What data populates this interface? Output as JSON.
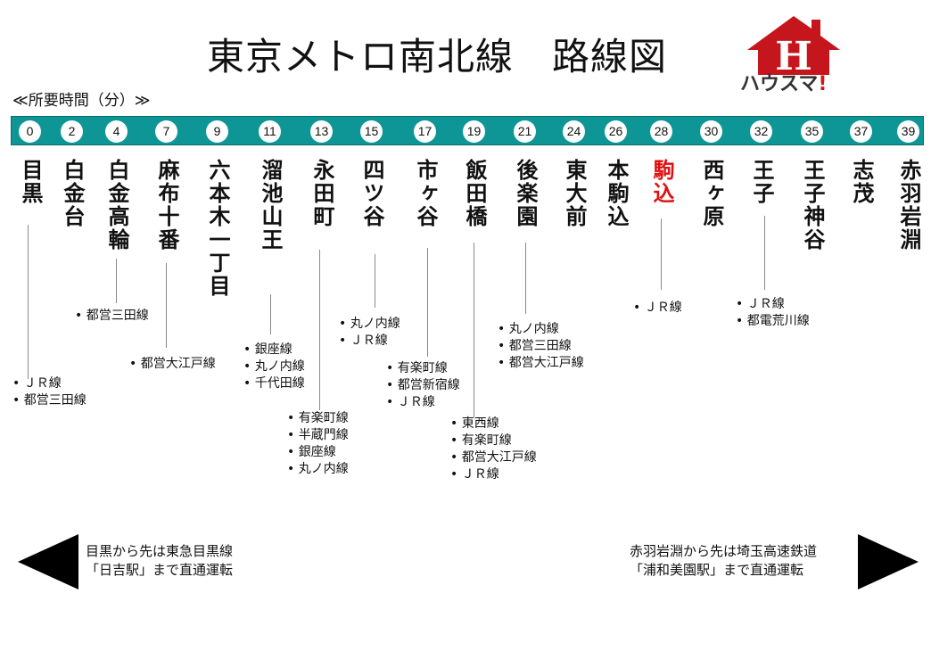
{
  "title": "東京メトロ南北線　路線図",
  "logo": {
    "letter": "H",
    "text": "ハウスマ",
    "exclaim": "!"
  },
  "legend": "≪所要時間（分）≫",
  "colors": {
    "line": "#0e9696",
    "highlight": "#e01010"
  },
  "stations": [
    {
      "name": "目黒",
      "minutes": "0",
      "transfers": [
        "ＪＲ線",
        "都営三田線"
      ]
    },
    {
      "name": "白金台",
      "minutes": "2",
      "transfers": []
    },
    {
      "name": "白金高輪",
      "minutes": "4",
      "transfers": [
        "都営三田線"
      ]
    },
    {
      "name": "麻布十番",
      "minutes": "7",
      "transfers": [
        "都営大江戸線"
      ]
    },
    {
      "name": "六本木一丁目",
      "minutes": "9",
      "transfers": []
    },
    {
      "name": "溜池山王",
      "minutes": "11",
      "transfers": [
        "銀座線",
        "丸ノ内線",
        "千代田線"
      ]
    },
    {
      "name": "永田町",
      "minutes": "13",
      "transfers": [
        "有楽町線",
        "半蔵門線",
        "銀座線",
        "丸ノ内線"
      ]
    },
    {
      "name": "四ツ谷",
      "minutes": "15",
      "transfers": [
        "丸ノ内線",
        "ＪＲ線"
      ]
    },
    {
      "name": "市ヶ谷",
      "minutes": "17",
      "transfers": [
        "有楽町線",
        "都営新宿線",
        "ＪＲ線"
      ]
    },
    {
      "name": "飯田橋",
      "minutes": "19",
      "transfers": [
        "東西線",
        "有楽町線",
        "都営大江戸線",
        "ＪＲ線"
      ]
    },
    {
      "name": "後楽園",
      "minutes": "21",
      "transfers": [
        "丸ノ内線",
        "都営三田線",
        "都営大江戸線"
      ]
    },
    {
      "name": "東大前",
      "minutes": "24",
      "transfers": []
    },
    {
      "name": "本駒込",
      "minutes": "26",
      "transfers": []
    },
    {
      "name": "駒込",
      "minutes": "28",
      "transfers": [
        "ＪＲ線"
      ],
      "highlight": true
    },
    {
      "name": "西ヶ原",
      "minutes": "30",
      "transfers": []
    },
    {
      "name": "王子",
      "minutes": "32",
      "transfers": [
        "ＪＲ線",
        "都電荒川線"
      ]
    },
    {
      "name": "王子神谷",
      "minutes": "35",
      "transfers": []
    },
    {
      "name": "志茂",
      "minutes": "37",
      "transfers": []
    },
    {
      "name": "赤羽岩淵",
      "minutes": "39",
      "transfers": []
    }
  ],
  "notes": {
    "left": [
      "目黒から先は東急目黒線",
      "「日吉駅」まで直通運転"
    ],
    "right": [
      "赤羽岩淵から先は埼玉高速鉄道",
      "「浦和美園駅」まで直通運転"
    ]
  }
}
